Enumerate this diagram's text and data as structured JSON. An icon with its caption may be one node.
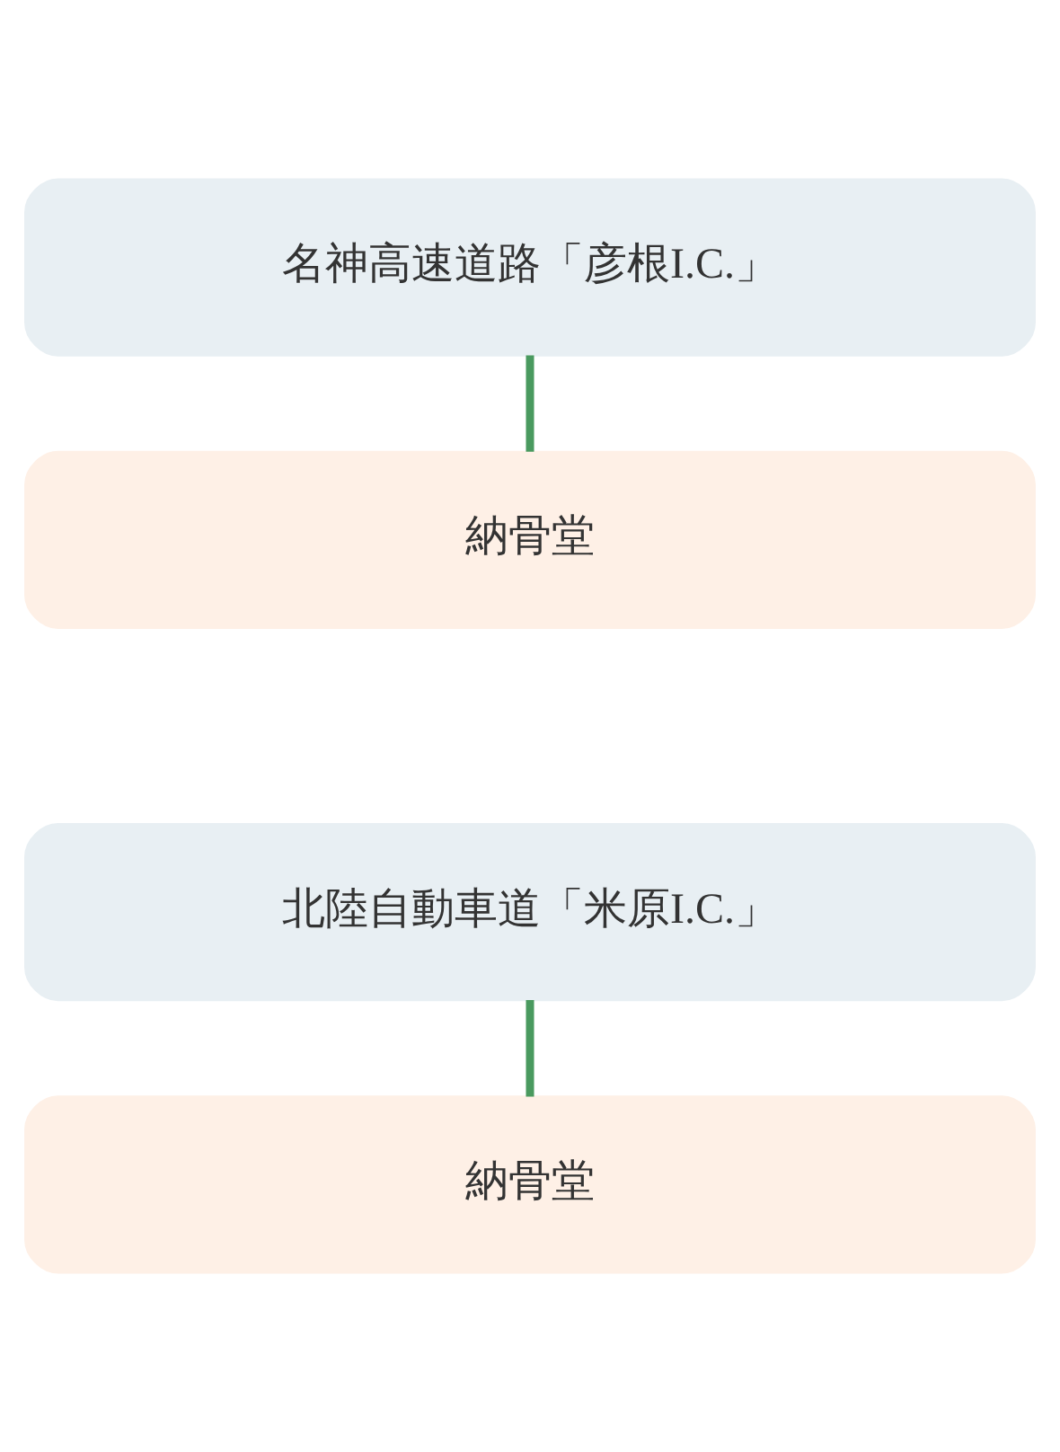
{
  "diagram": {
    "nodes": [
      {
        "text": [
          "名神高速道路「彦根I.C.」"
        ]
      },
      {
        "text": [
          "納骨堂"
        ]
      },
      {
        "text": [
          "北陸自動車道「米原I.C.」"
        ]
      },
      {
        "text": [
          "納骨堂"
        ]
      }
    ],
    "edges": [
      {
        "from": 0,
        "to": 1,
        "arrow": "none"
      },
      {
        "from": 2,
        "to": 3,
        "arrow": "none"
      }
    ]
  }
}
